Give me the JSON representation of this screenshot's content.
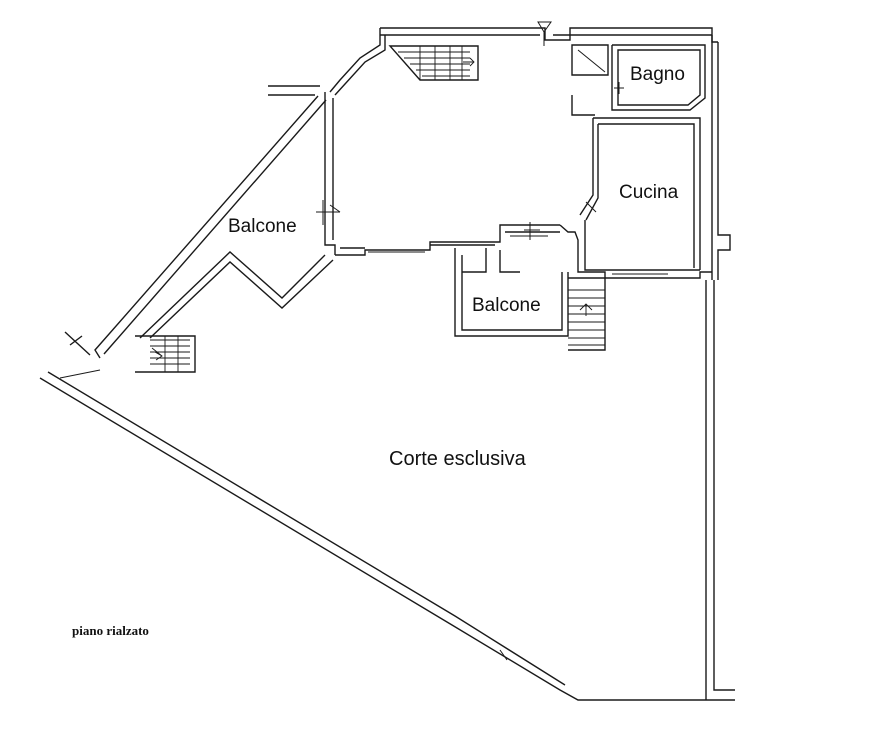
{
  "rooms": {
    "bagno": "Bagno",
    "cucina": "Cucina",
    "balcone_left": "Balcone",
    "balcone_center": "Balcone",
    "corte": "Corte esclusiva"
  },
  "caption": "piano rialzato"
}
